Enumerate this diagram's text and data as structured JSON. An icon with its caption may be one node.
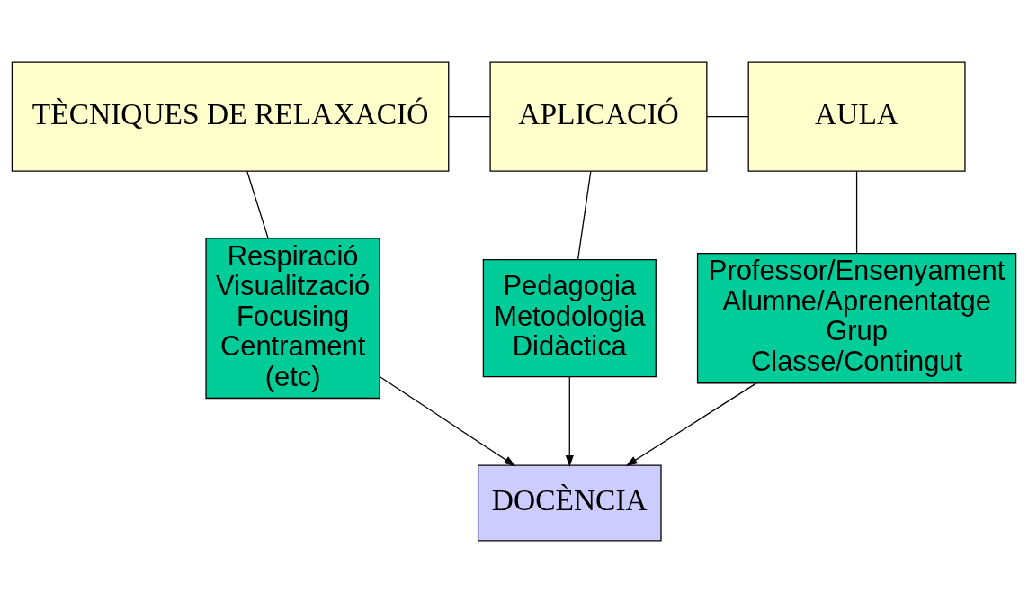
{
  "diagram": {
    "nodes": [
      {
        "text": [
          "TÈCNIQUES DE RELAXACIÓ"
        ]
      },
      {
        "text": [
          "APLICACIÓ"
        ]
      },
      {
        "text": [
          "AULA"
        ]
      },
      {
        "text": [
          "Respiració",
          "Visualització",
          "Focusing",
          "Centrament",
          "(etc)"
        ]
      },
      {
        "text": [
          "Pedagogia",
          "Metodologia",
          "Didàctica"
        ]
      },
      {
        "text": [
          "Professor/Ensenyament",
          "Alumne/Aprenentatge",
          "Grup",
          "Classe/Contingut"
        ]
      },
      {
        "text": [
          "DOCÈNCIA"
        ]
      }
    ],
    "edges": [
      {
        "from": 0,
        "to": 1,
        "arrow": "none"
      },
      {
        "from": 1,
        "to": 2,
        "arrow": "none"
      },
      {
        "from": 0,
        "to": 3,
        "arrow": "none"
      },
      {
        "from": 1,
        "to": 4,
        "arrow": "none"
      },
      {
        "from": 2,
        "to": 5,
        "arrow": "none"
      },
      {
        "from": 3,
        "to": 6,
        "arrow": "to"
      },
      {
        "from": 4,
        "to": 6,
        "arrow": "to"
      },
      {
        "from": 5,
        "to": 6,
        "arrow": "to"
      }
    ]
  }
}
